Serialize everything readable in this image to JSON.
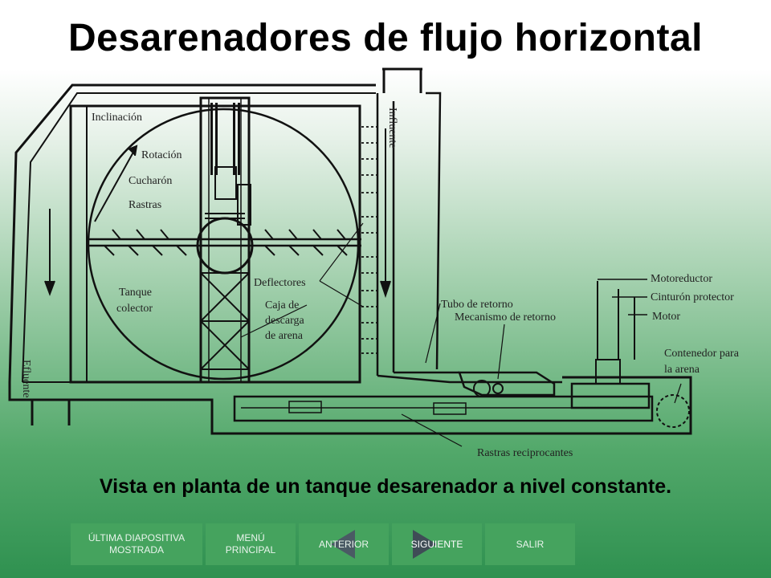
{
  "title": "Desarenadores de flujo horizontal",
  "diagram": {
    "labels": {
      "inclinacion": "Inclinación",
      "rotacion": "Rotación",
      "cucharon": "Cucharón",
      "rastras": "Rastras",
      "tanque_colector_1": "Tanque",
      "tanque_colector_2": "colector",
      "efluente": "Efluente",
      "influente": "Influente",
      "deflectores": "Deflectores",
      "caja_1": "Caja de",
      "caja_2": "descarga",
      "caja_3": "de arena",
      "tubo_retorno": "Tubo de retorno",
      "mecanismo_retorno": "Mecanismo de retorno",
      "motoreductor": "Motoreductor",
      "cinturon": "Cinturón protector",
      "motor": "Motor",
      "contenedor_1": "Contenedor para",
      "contenedor_2": "la arena",
      "rastras_reciprocantes": "Rastras reciprocantes"
    }
  },
  "caption": "Vista en planta de un tanque desarenador a nivel constante.",
  "nav": {
    "ultima_1": "ÚLTIMA DIAPOSITIVA",
    "ultima_2": "MOSTRADA",
    "menu_1": "MENÚ",
    "menu_2": "PRINCIPAL",
    "anterior": "ANTERIOR",
    "siguiente": "SIGUIENTE",
    "salir": "SALIR"
  }
}
